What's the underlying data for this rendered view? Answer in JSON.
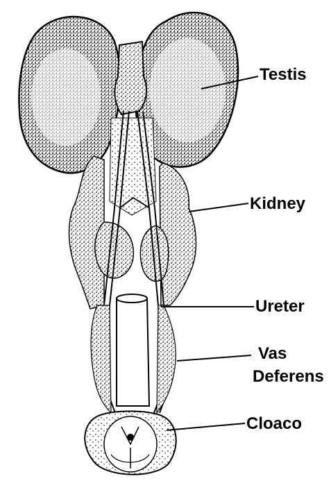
{
  "labels": {
    "testis": "Testis",
    "kidney": "Kidney",
    "ureter": "Ureter",
    "vas_deferens_line1": "Vas",
    "vas_deferens_line2": "Deferens",
    "cloaco": "Cloaco"
  }
}
